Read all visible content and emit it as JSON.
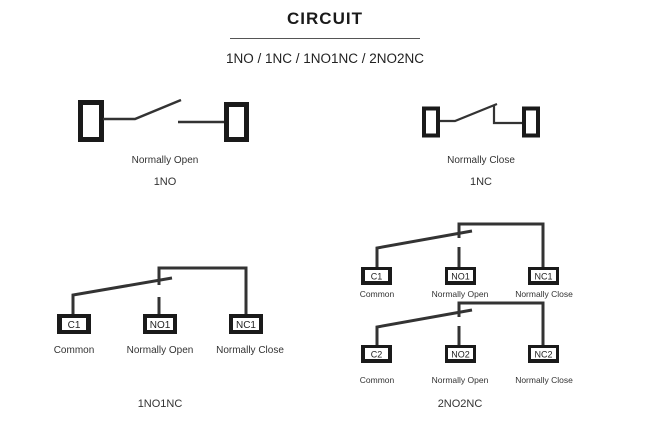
{
  "header": {
    "title": "CIRCUIT",
    "subtitle": "1NO / 1NC / 1NO1NC / 2NO2NC"
  },
  "diagrams": {
    "no": {
      "description": "Normally Open",
      "code": "1NO"
    },
    "nc": {
      "description": "Normally Close",
      "code": "1NC"
    },
    "no1nc": {
      "code": "1NO1NC",
      "terminals": [
        {
          "tag": "C1",
          "label": "Common"
        },
        {
          "tag": "NO1",
          "label": "Normally Open"
        },
        {
          "tag": "NC1",
          "label": "Normally Close"
        }
      ]
    },
    "no2nc": {
      "code": "2NO2NC",
      "group1": [
        {
          "tag": "C1",
          "label": "Common"
        },
        {
          "tag": "NO1",
          "label": "Normally Open"
        },
        {
          "tag": "NC1",
          "label": "Normally Close"
        }
      ],
      "group2": [
        {
          "tag": "C2",
          "label": "Common"
        },
        {
          "tag": "NO2",
          "label": "Normally Open"
        },
        {
          "tag": "NC2",
          "label": "Normally Close"
        }
      ]
    }
  },
  "colors": {
    "line": "#333333",
    "terminal": "#1a1a1a",
    "terminal_label_bg": "#ffffff"
  }
}
